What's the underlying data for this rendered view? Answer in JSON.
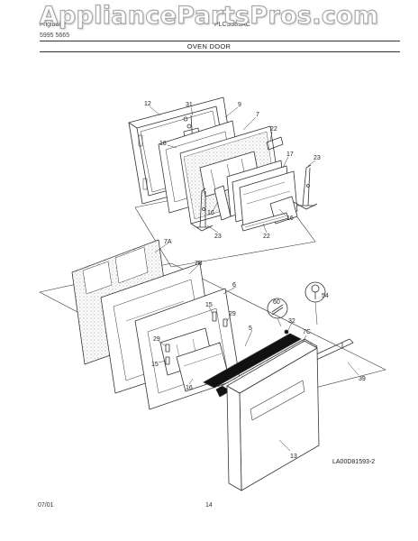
{
  "watermark": "AppliancePartsPros.com",
  "header": {
    "brand_partial": "Frigidaire",
    "model_codes_partial": "5995 5665",
    "model_partial": "PLCS389AC",
    "section_title": "OVEN DOOR"
  },
  "callouts": [
    "12",
    "31",
    "9",
    "7",
    "18",
    "22",
    "17",
    "23",
    "16",
    "23",
    "22",
    "16",
    "7A",
    "7B",
    "6",
    "60",
    "54",
    "15",
    "29",
    "32",
    "7C",
    "29",
    "5",
    "15",
    "16",
    "39",
    "13"
  ],
  "diagram_code": "LA00D81593-2",
  "footer": {
    "date": "07/01",
    "page": "14"
  }
}
